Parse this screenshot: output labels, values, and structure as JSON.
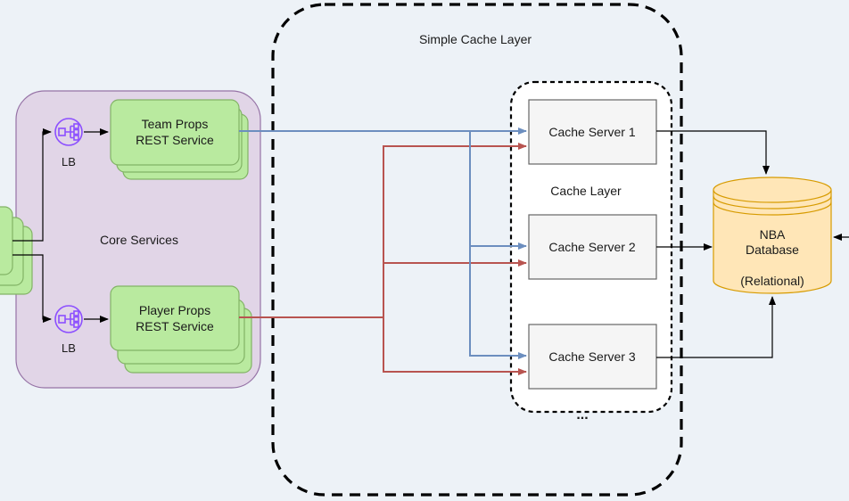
{
  "regions": {
    "core_services": {
      "label": "Core Services"
    },
    "simple_cache_layer": {
      "label": "Simple Cache Layer"
    },
    "cache_layer": {
      "label": "Cache Layer",
      "more_indicator": "..."
    }
  },
  "load_balancers": [
    {
      "label": "LB"
    },
    {
      "label": "LB"
    }
  ],
  "services": {
    "team_props": {
      "line1": "Team Props",
      "line2": "REST Service"
    },
    "player_props": {
      "line1": "Player Props",
      "line2": "REST Service"
    }
  },
  "cache_servers": [
    {
      "label": "Cache Server 1"
    },
    {
      "label": "Cache Server 2"
    },
    {
      "label": "Cache Server 3"
    }
  ],
  "database": {
    "line1": "NBA",
    "line2": "Database",
    "line3": "(Relational)"
  },
  "colors": {
    "core_fill": "#e1d5e7",
    "core_stroke": "#9673a6",
    "service_fill": "#b9ea9f",
    "service_stroke": "#82b366",
    "cache_fill": "#f5f5f5",
    "cache_stroke": "#666666",
    "db_fill": "#ffe6b7",
    "db_stroke": "#d79b00",
    "lb_color": "#8c4fff",
    "team_flow": "#6c8ebf",
    "player_flow": "#b85450",
    "db_flow": "#000000"
  },
  "icons": {
    "load_balancer": "load-balancer-icon",
    "database": "cylinder-database-icon"
  }
}
